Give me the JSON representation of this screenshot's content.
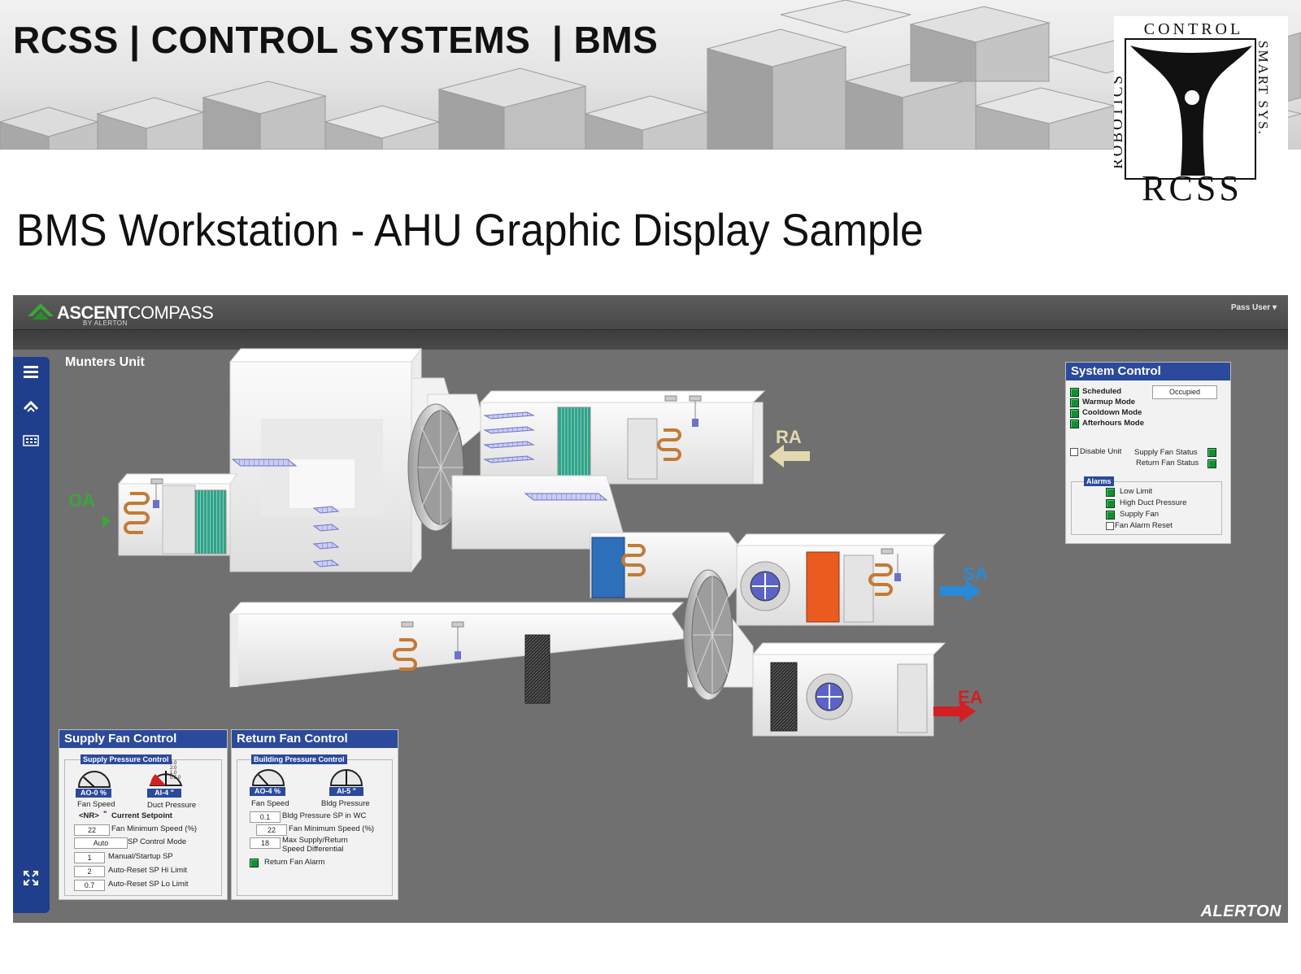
{
  "slide": {
    "banner_title": "RCSS | CONTROL SYSTEMS  | BMS",
    "title": "BMS Workstation - AHU Graphic Display Sample",
    "logo": {
      "top": "CONTROL",
      "left": "ROBOTICS",
      "right": "SMART SYS.",
      "bottom": "RCSS"
    }
  },
  "app": {
    "brand_bold": "ASCENT",
    "brand_light": "COMPASS",
    "brand_sub": "BY ALERTON",
    "user_menu": "Pass User ▾",
    "unit_title": "Munters Unit",
    "footer_brand": "ALERTON",
    "nav_icons": [
      "menu-icon",
      "home-icon",
      "grid-icon",
      "expand-icon"
    ],
    "air_labels": {
      "oa": "OA",
      "ra": "RA",
      "sa": "SA",
      "ea": "EA"
    },
    "colors": {
      "oa": "#3aa63a",
      "ra": "#e2d9b0",
      "sa": "#2a8ad6",
      "ea": "#d21f24",
      "accent": "#2b4a9b",
      "status_led": "#128f33"
    }
  },
  "system_control": {
    "title": "System Control",
    "modes": [
      "Scheduled",
      "Warmup Mode",
      "Cooldown Mode",
      "Afterhours Mode"
    ],
    "occupancy": "Occupied",
    "disable_unit": "Disable Unit",
    "supply_fan_status": "Supply Fan Status",
    "return_fan_status": "Return Fan Status",
    "alarms_title": "Alarms",
    "alarms": [
      "Low Limit",
      "High Duct Pressure",
      "Supply Fan"
    ],
    "fan_alarm_reset": "Fan Alarm Reset"
  },
  "supply_fan": {
    "title": "Supply Fan Control",
    "group": "Supply Pressure Control",
    "gauge1_value": "AO-0 %",
    "gauge1_label": "Fan Speed",
    "gauge2_value": "AI-4 \"",
    "gauge2_label": "Duct Pressure",
    "gauge2_scale": [
      "3.0",
      "2.0",
      "1.0",
      "0.5",
      "0"
    ],
    "setpoint_value": "<NR>",
    "setpoint_unit": "\"",
    "setpoint_label": "Current Setpoint",
    "rows": [
      {
        "value": "22",
        "label": "Fan Minimum Speed (%)"
      },
      {
        "value": "Auto",
        "label": "SP Control Mode"
      },
      {
        "value": "1",
        "label": "Manual/Startup SP"
      },
      {
        "value": "2",
        "label": "Auto-Reset SP Hi Limit"
      },
      {
        "value": "0.7",
        "label": "Auto-Reset SP Lo Limit"
      }
    ]
  },
  "return_fan": {
    "title": "Return Fan Control",
    "group": "Building Pressure Control",
    "gauge1_value": "AO-4 %",
    "gauge1_label": "Fan Speed",
    "gauge2_value": "AI-5 \"",
    "gauge2_label": "Bldg Pressure",
    "rows": [
      {
        "value": "0.1",
        "label": "Bldg Pressure SP in WC"
      },
      {
        "value": "22",
        "label": "Fan Minimum Speed (%)"
      },
      {
        "value": "18",
        "label": "Max Supply/Return",
        "label2": "Speed Differential"
      }
    ],
    "alarm": "Return Fan Alarm"
  }
}
